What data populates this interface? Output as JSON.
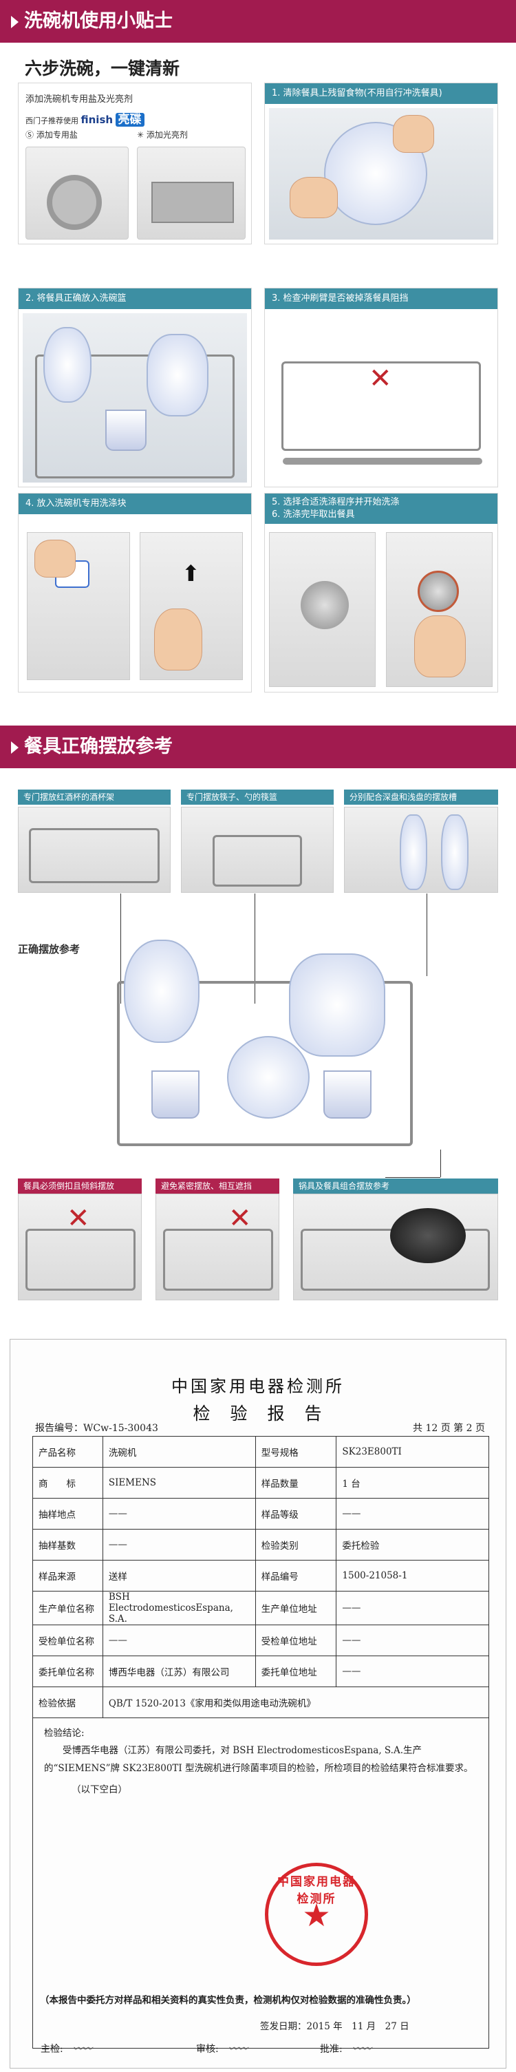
{
  "section1": {
    "banner": "洗碗机使用小贴士",
    "subtitle": "六步洗碗，一键清新",
    "intro": {
      "line1": "添加洗碗机专用盐及光亮剂",
      "line2_prefix": "西门子推荐使用",
      "brand_en": "finish",
      "brand_cn": "亮碟",
      "salt_label": "添加专用盐",
      "rinse_label": "添加光亮剂"
    },
    "steps": [
      "1. 清除餐具上残留食物(不用自行冲洗餐具)",
      "2. 将餐具正确放入洗碗篮",
      "3. 检查冲刷臂是否被掉落餐具阻挡",
      "4. 放入洗碗机专用洗涤块",
      "5. 选择合适洗涤程序并开始洗涤",
      "6. 洗涤完毕取出餐具"
    ]
  },
  "section2": {
    "banner": "餐具正确摆放参考",
    "top_captions": [
      "专门摆放红酒杯的酒杯架",
      "专门摆放筷子、勺的筷篮",
      "分别配合深盘和浅盘的摆放槽"
    ],
    "main_label": "正确摆放参考",
    "bottom_captions": [
      "餐具必须倒扣且倾斜摆放",
      "避免紧密摆放、相互遮挡",
      "锅具及餐具组合摆放参考"
    ]
  },
  "report": {
    "org": "中国家用电器检测所",
    "title": "检　验　报　告",
    "number_label": "报告编号：WCw-15-30043",
    "pages": "共 12 页 第 2 页",
    "rows": [
      [
        "产品名称",
        "洗碗机",
        "型号规格",
        "SK23E800TI"
      ],
      [
        "商　　标",
        "SIEMENS",
        "样品数量",
        "1 台"
      ],
      [
        "抽样地点",
        "——",
        "样品等级",
        "——"
      ],
      [
        "抽样基数",
        "——",
        "检验类别",
        "委托检验"
      ],
      [
        "样品来源",
        "送样",
        "样品编号",
        "1500-21058-1"
      ],
      [
        "生产单位名称",
        "BSH ElectrodomesticosEspana, S.A.",
        "生产单位地址",
        "——"
      ],
      [
        "受检单位名称",
        "——",
        "受检单位地址",
        "——"
      ],
      [
        "委托单位名称",
        "博西华电器（江苏）有限公司",
        "委托单位地址",
        "——"
      ]
    ],
    "basis_label": "检验依据",
    "basis_value": "QB/T 1520-2013《家用和类似用途电动洗碗机》",
    "conclusion_label": "检验结论:",
    "conclusion_text": "受博西华电器（江苏）有限公司委托，对 BSH ElectrodomesticosEspana, S.A.生产的“SIEMENS”牌 SK23E800TI 型洗碗机进行除菌率项目的检验，所检项目的检验结果符合标准要求。",
    "blank_note": "（以下空白）",
    "disclaimer": "（本报告中委托方对样品和相关资料的真实性负责，检测机构仅对检验数据的准确性负责。）",
    "issue_date": "签发日期：2015 年　11 月　27 日",
    "sign_main": "主检:",
    "sign_review": "审核:",
    "sign_approve": "批准:",
    "stamp_text": "中国家用电器检测所"
  }
}
